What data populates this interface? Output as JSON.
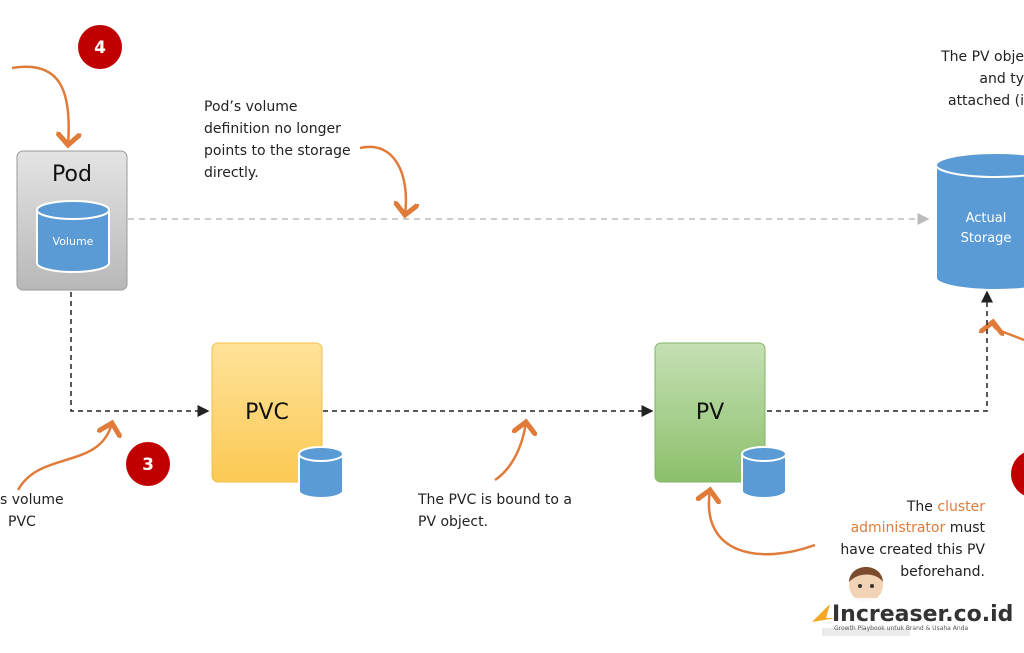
{
  "badges": [
    "4",
    "3"
  ],
  "pod": {
    "label": "Pod",
    "volume_label": "Volume"
  },
  "pvc": {
    "label": "PVC"
  },
  "pv": {
    "label": "PV"
  },
  "storage": {
    "line1": "Actual",
    "line2": "Storage"
  },
  "notes": {
    "pod_volume": [
      "Pod’s volume",
      "definition no longer",
      "points to the storage",
      "directly."
    ],
    "pv_object": [
      "The PV obje",
      "and ty",
      "attached (i"
    ],
    "pod_pvc": [
      "s volume",
      "PVC"
    ],
    "bound": [
      "The PVC is bound to a",
      "PV object."
    ],
    "admin": {
      "pre": "The ",
      "accent1": "cluster",
      "accent2": "administrator",
      "post1": " must",
      "line3": "have created this PV",
      "line4": "beforehand."
    }
  },
  "watermark": {
    "brand": "Increaser.co.id",
    "tagline": "Growth Playbook untuk Brand & Usaha Anda"
  },
  "colors": {
    "accent": "#e07b39",
    "badge": "#c00000",
    "cylinder": "#5b9bd5",
    "pvc": "#ffd966",
    "pv": "#a9d18e",
    "pod": "#c8c8c8"
  }
}
